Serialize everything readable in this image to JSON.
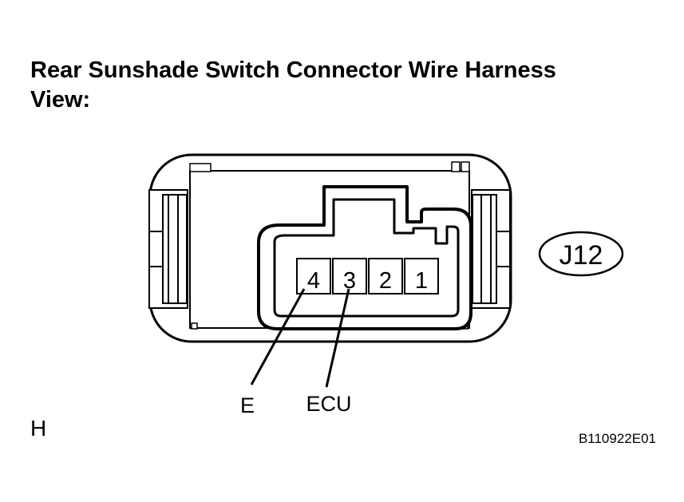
{
  "title": {
    "line1": "Rear Sunshade Switch Connector Wire Harness",
    "line2": "View:"
  },
  "connector": {
    "code": "J12",
    "pins": [
      "4",
      "3",
      "2",
      "1"
    ]
  },
  "wires": {
    "pin4_label": "E",
    "pin3_label": "ECU"
  },
  "corner_letter": "H",
  "figure_id": "B110922E01"
}
